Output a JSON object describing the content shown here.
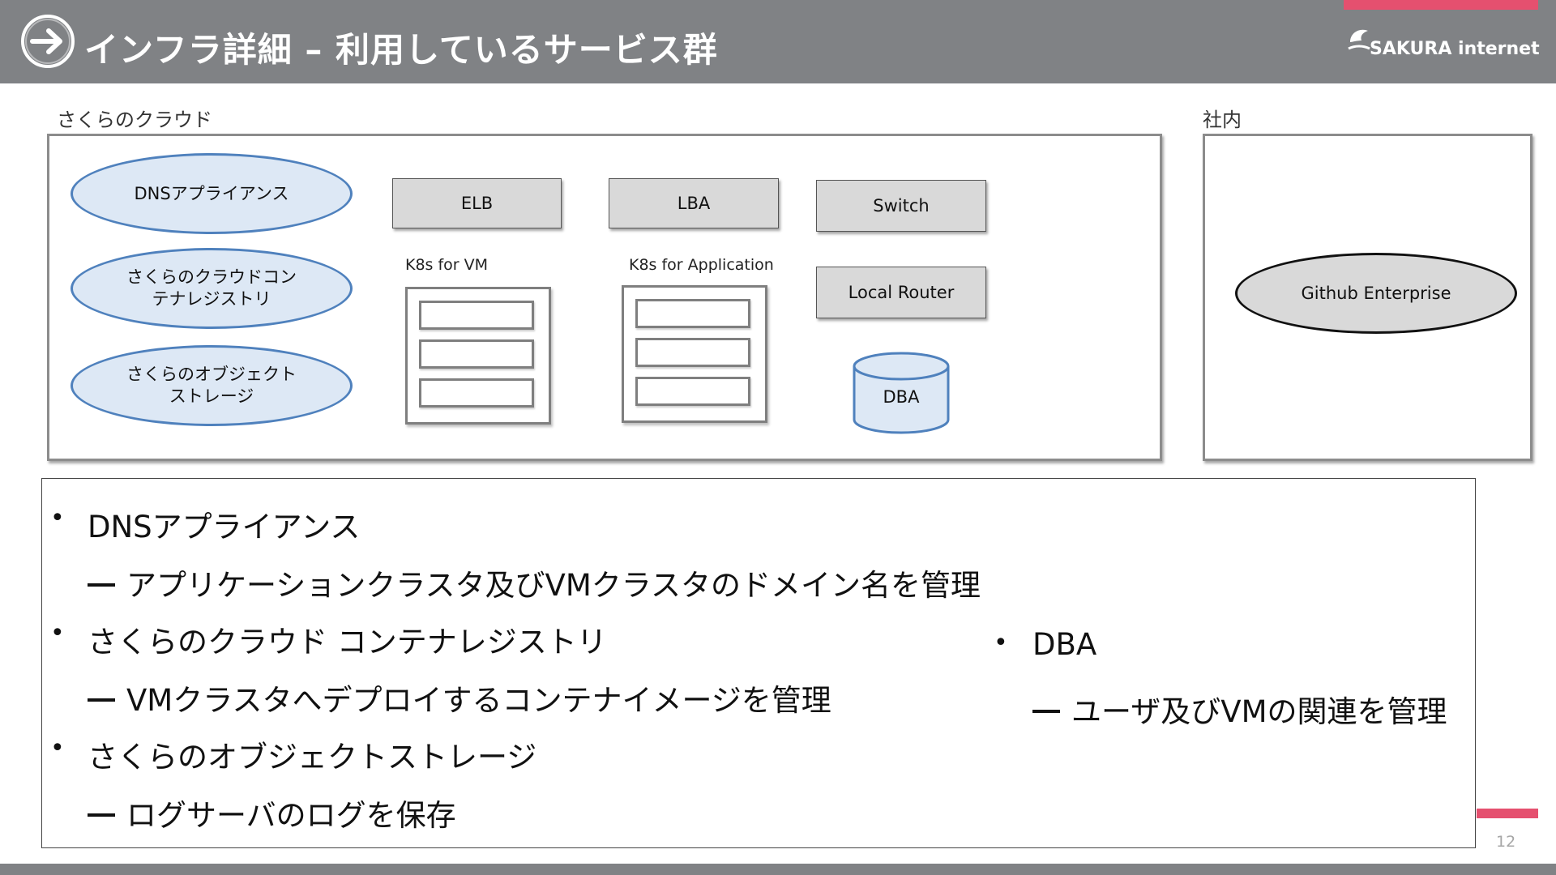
{
  "header": {
    "title": "インフラ詳細 – 利用しているサービス群",
    "logo_text": "SAKURA internet",
    "accent_color": "#e5506f",
    "bar_color": "#808285"
  },
  "diagram": {
    "cloud": {
      "label": "さくらのクラウド",
      "services": [
        {
          "line1": "DNSアプライアンス",
          "line2": ""
        },
        {
          "line1": "さくらのクラウドコン",
          "line2": "テナレジストリ"
        },
        {
          "line1": "さくらのオブジェクト",
          "line2": "ストレージ"
        }
      ],
      "boxes": {
        "elb": "ELB",
        "lba": "LBA",
        "switch": "Switch",
        "local_router": "Local Router"
      },
      "clusters": {
        "vm": "K8s for VM",
        "app": "K8s for Application"
      },
      "db": "DBA"
    },
    "internal": {
      "label": "社内",
      "service": "Github Enterprise"
    }
  },
  "notes": {
    "items": [
      {
        "title": "DNSアプライアンス",
        "detail": "アプリケーションクラスタ及びVMクラスタのドメイン名を管理"
      },
      {
        "title": "さくらのクラウド コンテナレジストリ",
        "detail": "VMクラスタへデプロイするコンテナイメージを管理"
      },
      {
        "title": "さくらのオブジェクトストレージ",
        "detail": "ログサーバのログを保存"
      },
      {
        "title": "DBA",
        "detail": "ユーザ及びVMの関連を管理"
      }
    ]
  },
  "footer": {
    "page_number": "12"
  }
}
